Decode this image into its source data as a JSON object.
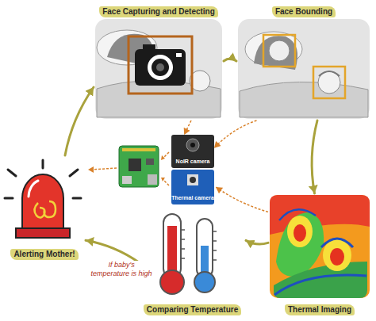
{
  "diagram": {
    "nodes": [
      {
        "text": [
          "Face Capturing and Detecting"
        ]
      },
      {
        "text": [
          "Face Bounding"
        ]
      },
      {
        "text": [
          "NoIR camera"
        ]
      },
      {
        "text": [
          "Thermal camera"
        ]
      },
      {
        "text": [
          "Thermal Imaging"
        ]
      },
      {
        "text": [
          "Comparing Temperature"
        ]
      },
      {
        "text": [
          "Alerting Mother!"
        ]
      }
    ],
    "edges": [
      {
        "from": 0,
        "to": 1,
        "arrow": "to"
      },
      {
        "from": 1,
        "to": 4,
        "arrow": "to"
      },
      {
        "from": 4,
        "to": 5,
        "arrow": "to"
      },
      {
        "from": 5,
        "to": 6,
        "arrow": "to",
        "label": "If baby's temperature is high"
      },
      {
        "from": 6,
        "to": 0,
        "arrow": "to"
      },
      {
        "from": 0,
        "to": 2,
        "arrow": "to"
      },
      {
        "from": 1,
        "to": 2,
        "arrow": "to"
      },
      {
        "from": 4,
        "to": 3,
        "arrow": "to"
      }
    ]
  }
}
